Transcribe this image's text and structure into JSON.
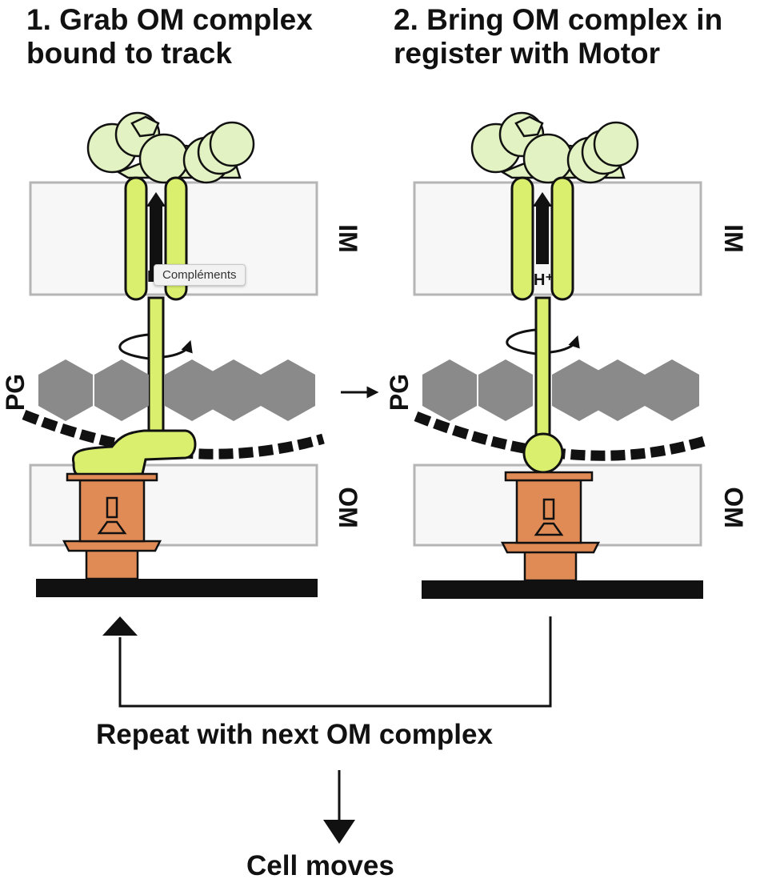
{
  "step1": {
    "line1": "1. Grab OM complex",
    "line2": "bound to track"
  },
  "step2": {
    "line1": "2. Bring OM complex in",
    "line2": "register with Motor"
  },
  "labels": {
    "im": "IM",
    "om": "OM",
    "pg": "PG",
    "proton": "H⁺"
  },
  "tooltip": "Compléments",
  "loop_text": "Repeat with next OM complex",
  "result_text": "Cell moves",
  "colors": {
    "motor_top": "#e3f2c2",
    "stator": "#d9ef6d",
    "om_complex": "#e08a55",
    "peptidoglycan": "#8a8a8a",
    "membrane_fill": "#f7f7f7",
    "membrane_stroke": "#b5b5b5",
    "ink": "#111111"
  }
}
